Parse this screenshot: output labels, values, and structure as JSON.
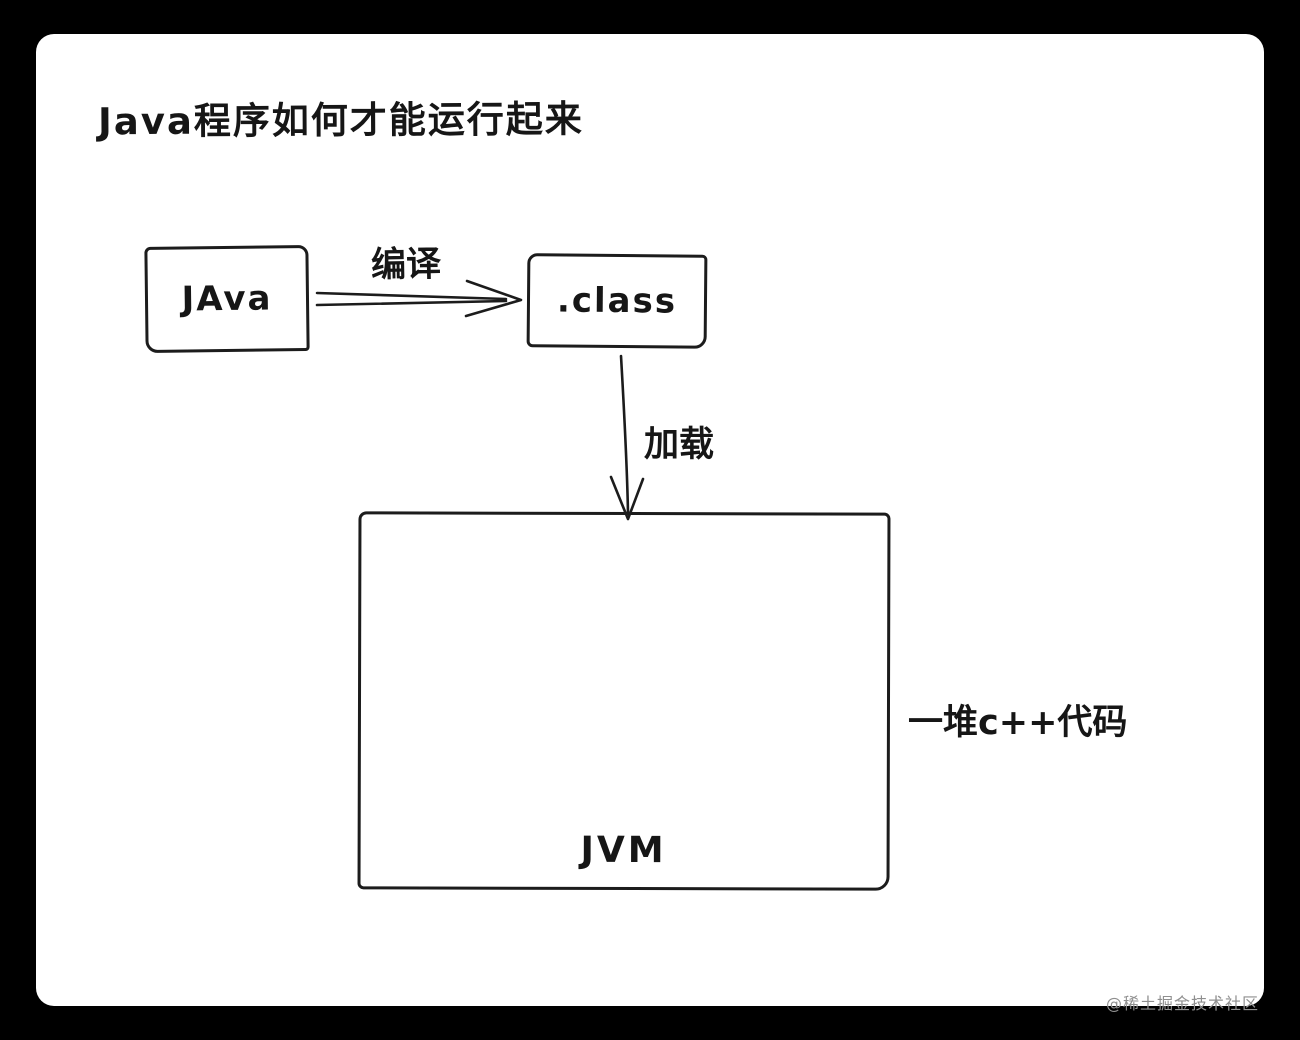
{
  "page": {
    "title": "Java程序如何才能运行起来",
    "watermark": "@稀土掘金技术社区"
  },
  "diagram": {
    "nodes": [
      {
        "id": "java",
        "label": "JAva"
      },
      {
        "id": "class",
        "label": ".class"
      },
      {
        "id": "jvm",
        "label": "JVM"
      }
    ],
    "edges": [
      {
        "from": "java",
        "to": "class",
        "label": "编译"
      },
      {
        "from": "class",
        "to": "jvm",
        "label": "加载"
      }
    ],
    "annotation": "一堆c++代码",
    "colors": {
      "ink": "#1c1c1c",
      "canvas": "#ffffff",
      "frame": "#000000",
      "watermark": "#8f8f8f"
    }
  }
}
